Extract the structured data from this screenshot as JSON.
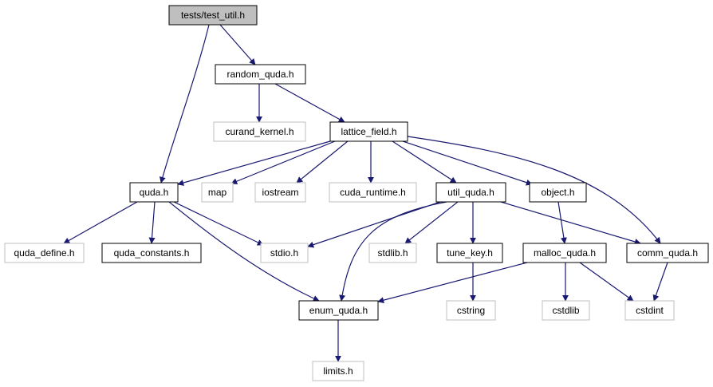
{
  "colors": {
    "edge": "#191970",
    "solid_border": "#000000",
    "missing_border": "#bfbfbf",
    "root_fill": "#bfbfbf",
    "fill": "#ffffff"
  },
  "nodes": [
    {
      "id": "test_util",
      "label": "tests/test_util.h",
      "style": "root"
    },
    {
      "id": "random_quda",
      "label": "random_quda.h",
      "style": "solid"
    },
    {
      "id": "curand_kernel",
      "label": "curand_kernel.h",
      "style": "missing"
    },
    {
      "id": "lattice_field",
      "label": "lattice_field.h",
      "style": "solid"
    },
    {
      "id": "quda",
      "label": "quda.h",
      "style": "solid"
    },
    {
      "id": "map",
      "label": "map",
      "style": "missing"
    },
    {
      "id": "iostream",
      "label": "iostream",
      "style": "missing"
    },
    {
      "id": "cuda_runtime",
      "label": "cuda_runtime.h",
      "style": "missing"
    },
    {
      "id": "util_quda",
      "label": "util_quda.h",
      "style": "solid"
    },
    {
      "id": "object",
      "label": "object.h",
      "style": "solid"
    },
    {
      "id": "quda_define",
      "label": "quda_define.h",
      "style": "missing"
    },
    {
      "id": "quda_constants",
      "label": "quda_constants.h",
      "style": "solid"
    },
    {
      "id": "stdio",
      "label": "stdio.h",
      "style": "missing"
    },
    {
      "id": "stdlib",
      "label": "stdlib.h",
      "style": "missing"
    },
    {
      "id": "tune_key",
      "label": "tune_key.h",
      "style": "solid"
    },
    {
      "id": "malloc_quda",
      "label": "malloc_quda.h",
      "style": "solid"
    },
    {
      "id": "comm_quda",
      "label": "comm_quda.h",
      "style": "solid"
    },
    {
      "id": "enum_quda",
      "label": "enum_quda.h",
      "style": "solid"
    },
    {
      "id": "cstring",
      "label": "cstring",
      "style": "missing"
    },
    {
      "id": "cstdlib",
      "label": "cstdlib",
      "style": "missing"
    },
    {
      "id": "cstdint",
      "label": "cstdint",
      "style": "missing"
    },
    {
      "id": "limits",
      "label": "limits.h",
      "style": "missing"
    }
  ],
  "edges": [
    {
      "from": "test_util",
      "to": "random_quda"
    },
    {
      "from": "test_util",
      "to": "quda"
    },
    {
      "from": "random_quda",
      "to": "curand_kernel"
    },
    {
      "from": "random_quda",
      "to": "lattice_field"
    },
    {
      "from": "lattice_field",
      "to": "quda"
    },
    {
      "from": "lattice_field",
      "to": "map"
    },
    {
      "from": "lattice_field",
      "to": "iostream"
    },
    {
      "from": "lattice_field",
      "to": "cuda_runtime"
    },
    {
      "from": "lattice_field",
      "to": "util_quda"
    },
    {
      "from": "lattice_field",
      "to": "object"
    },
    {
      "from": "lattice_field",
      "to": "comm_quda"
    },
    {
      "from": "quda",
      "to": "quda_define"
    },
    {
      "from": "quda",
      "to": "quda_constants"
    },
    {
      "from": "quda",
      "to": "stdio"
    },
    {
      "from": "quda",
      "to": "enum_quda"
    },
    {
      "from": "util_quda",
      "to": "stdio"
    },
    {
      "from": "util_quda",
      "to": "enum_quda"
    },
    {
      "from": "util_quda",
      "to": "stdlib"
    },
    {
      "from": "util_quda",
      "to": "tune_key"
    },
    {
      "from": "util_quda",
      "to": "comm_quda"
    },
    {
      "from": "object",
      "to": "malloc_quda"
    },
    {
      "from": "tune_key",
      "to": "cstring"
    },
    {
      "from": "malloc_quda",
      "to": "enum_quda"
    },
    {
      "from": "malloc_quda",
      "to": "cstdlib"
    },
    {
      "from": "malloc_quda",
      "to": "cstdint"
    },
    {
      "from": "comm_quda",
      "to": "cstdint"
    },
    {
      "from": "enum_quda",
      "to": "limits"
    }
  ]
}
